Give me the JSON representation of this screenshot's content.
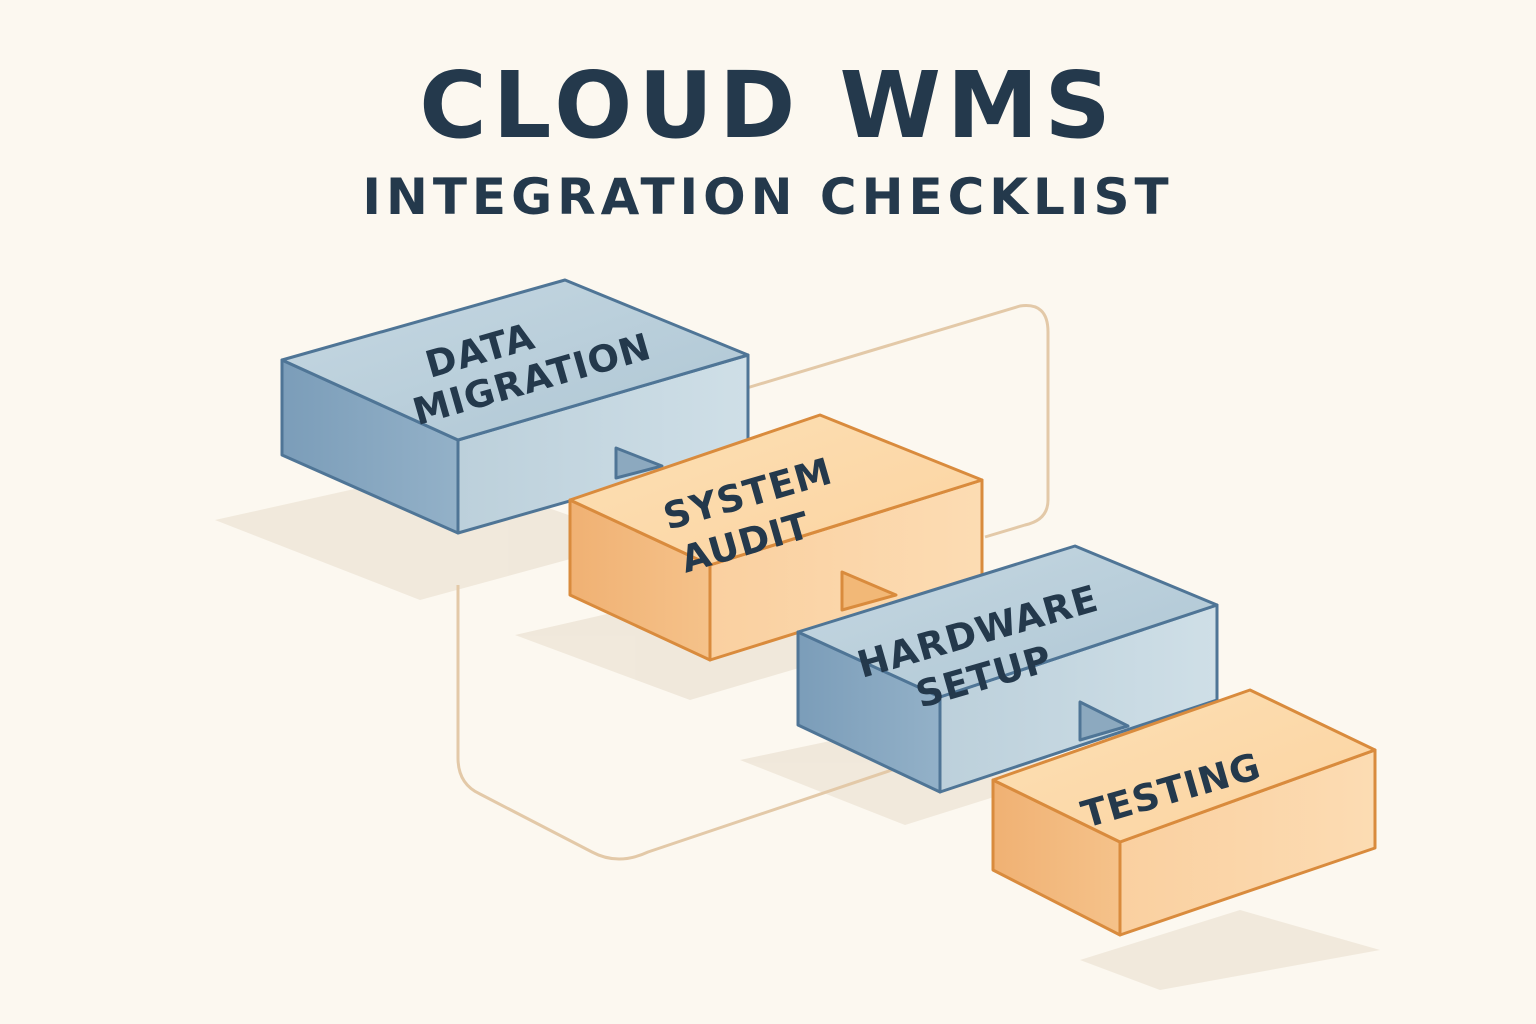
{
  "title": "CLOUD WMS",
  "subtitle": "INTEGRATION CHECKLIST",
  "colors": {
    "background": "#fcf8f0",
    "text": "#24394c",
    "blue_fill": "#bcd1dc",
    "blue_stroke": "#4f7596",
    "orange_fill": "#fbd7a6",
    "orange_stroke": "#d98b3d",
    "connector": "#e3c9a8"
  },
  "steps": [
    {
      "line1": "DATA",
      "line2": "MIGRATION",
      "color": "blue"
    },
    {
      "line1": "SYSTEM",
      "line2": "AUDIT",
      "color": "orange"
    },
    {
      "line1": "HARDWARE",
      "line2": "SETUP",
      "color": "blue"
    },
    {
      "line1": "TESTING",
      "line2": "",
      "color": "orange"
    }
  ]
}
